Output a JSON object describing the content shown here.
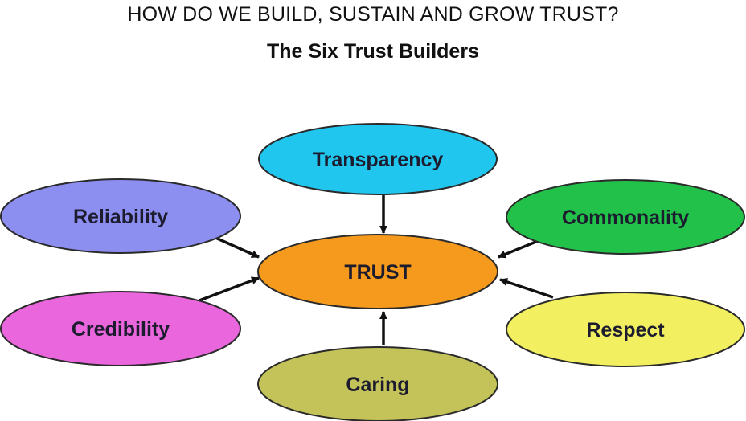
{
  "title": "HOW DO WE BUILD, SUSTAIN AND GROW TRUST?",
  "subtitle": "The Six Trust Builders",
  "center": {
    "label": "TRUST",
    "color": "#f59a1c"
  },
  "nodes": [
    {
      "id": "transparency",
      "label": "Transparency",
      "color": "#21c6ee"
    },
    {
      "id": "reliability",
      "label": "Reliability",
      "color": "#8c8ef0"
    },
    {
      "id": "commonality",
      "label": "Commonality",
      "color": "#21c14a"
    },
    {
      "id": "credibility",
      "label": "Credibility",
      "color": "#ea66dd"
    },
    {
      "id": "respect",
      "label": "Respect",
      "color": "#f2f061"
    },
    {
      "id": "caring",
      "label": "Caring",
      "color": "#c4c35a"
    }
  ],
  "arrow_color": "#111111",
  "outline_color": "#2a2a2a"
}
